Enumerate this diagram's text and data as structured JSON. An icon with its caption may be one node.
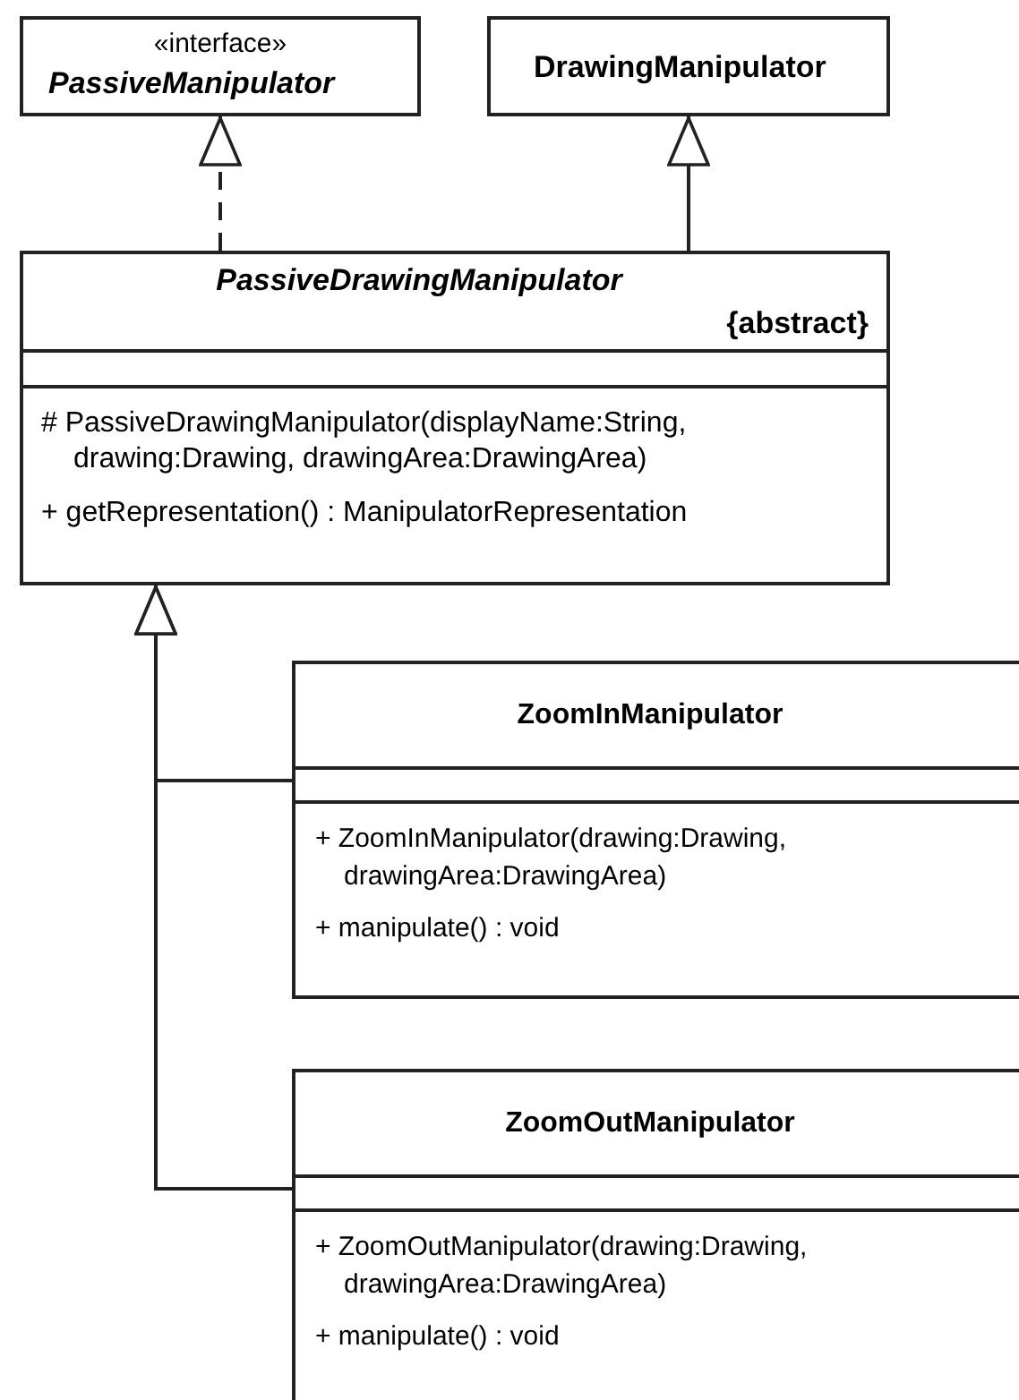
{
  "diagram": {
    "nodes": [
      {
        "text": [
          "«interface»",
          "PassiveManipulator"
        ]
      },
      {
        "text": [
          "DrawingManipulator"
        ]
      },
      {
        "text": [
          "PassiveDrawingManipulator",
          "{abstract}",
          "# PassiveDrawingManipulator(displayName:String, drawing:Drawing, drawingArea:DrawingArea)",
          "+ getRepresentation() : ManipulatorRepresentation"
        ]
      },
      {
        "text": [
          "ZoomInManipulator",
          "+ ZoomInManipulator(drawing:Drawing, drawingArea:DrawingArea)",
          "+ manipulate() : void"
        ]
      },
      {
        "text": [
          "ZoomOutManipulator",
          "+ ZoomOutManipulator(drawing:Drawing, drawingArea:DrawingArea)",
          "+ manipulate() : void"
        ]
      }
    ],
    "edges": [
      {
        "from": 2,
        "to": 0,
        "arrow": "to",
        "style": "dashed"
      },
      {
        "from": 2,
        "to": 1,
        "arrow": "to"
      },
      {
        "from": 3,
        "to": 2,
        "arrow": "to"
      },
      {
        "from": 4,
        "to": 2,
        "arrow": "to"
      }
    ]
  }
}
